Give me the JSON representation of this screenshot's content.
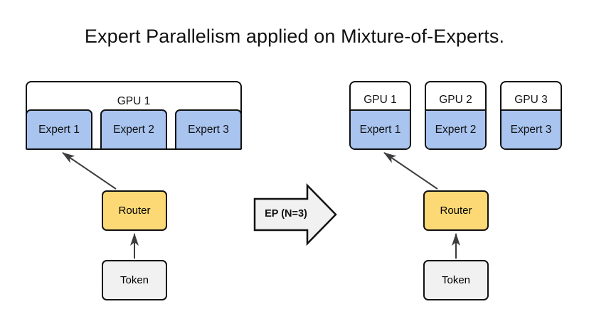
{
  "title": "Expert Parallelism applied on Mixture-of-Experts.",
  "colors": {
    "expert_fill": "#a9c4ef",
    "router_fill": "#fcd975",
    "token_fill": "#f1f1f1",
    "arrow_fill": "#f1f1f1",
    "stroke": "#111111",
    "background": "#ffffff"
  },
  "left": {
    "gpu_label": "GPU 1",
    "experts": [
      {
        "label": "Expert 1"
      },
      {
        "label": "Expert 2"
      },
      {
        "label": "Expert 3"
      }
    ],
    "router_label": "Router",
    "token_label": "Token"
  },
  "transform": {
    "label": "EP (N=3)"
  },
  "right": {
    "gpus": [
      {
        "gpu_label": "GPU 1",
        "expert_label": "Expert 1"
      },
      {
        "gpu_label": "GPU 2",
        "expert_label": "Expert 2"
      },
      {
        "gpu_label": "GPU 3",
        "expert_label": "Expert 3"
      }
    ],
    "router_label": "Router",
    "token_label": "Token"
  }
}
